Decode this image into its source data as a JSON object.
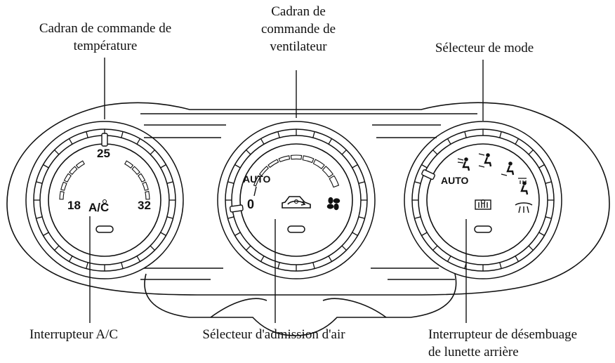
{
  "callouts": {
    "temp_dial": [
      "Cadran de commande de",
      "température"
    ],
    "fan_dial": [
      "Cadran de",
      "commande de",
      "ventilateur"
    ],
    "mode_selector": [
      "Sélecteur de mode"
    ],
    "ac_switch": [
      "Interrupteur A/C"
    ],
    "air_intake": [
      "Sélecteur d'admission d'air"
    ],
    "rear_defog": [
      "Interrupteur de désembuage",
      "de lunette arrière"
    ]
  },
  "temp_dial": {
    "min": "18",
    "mid": "25",
    "max": "32",
    "button": "A/C"
  },
  "fan_dial": {
    "auto": "AUTO",
    "off": "0",
    "icon": "fan-icon",
    "button_icon": "recirculation-icon"
  },
  "mode_dial": {
    "auto": "AUTO",
    "button_icon": "rear-defroster-icon",
    "icons": [
      "face-vent-icon",
      "bi-level-icon",
      "floor-icon",
      "floor-defrost-icon",
      "windshield-defrost-icon"
    ]
  }
}
